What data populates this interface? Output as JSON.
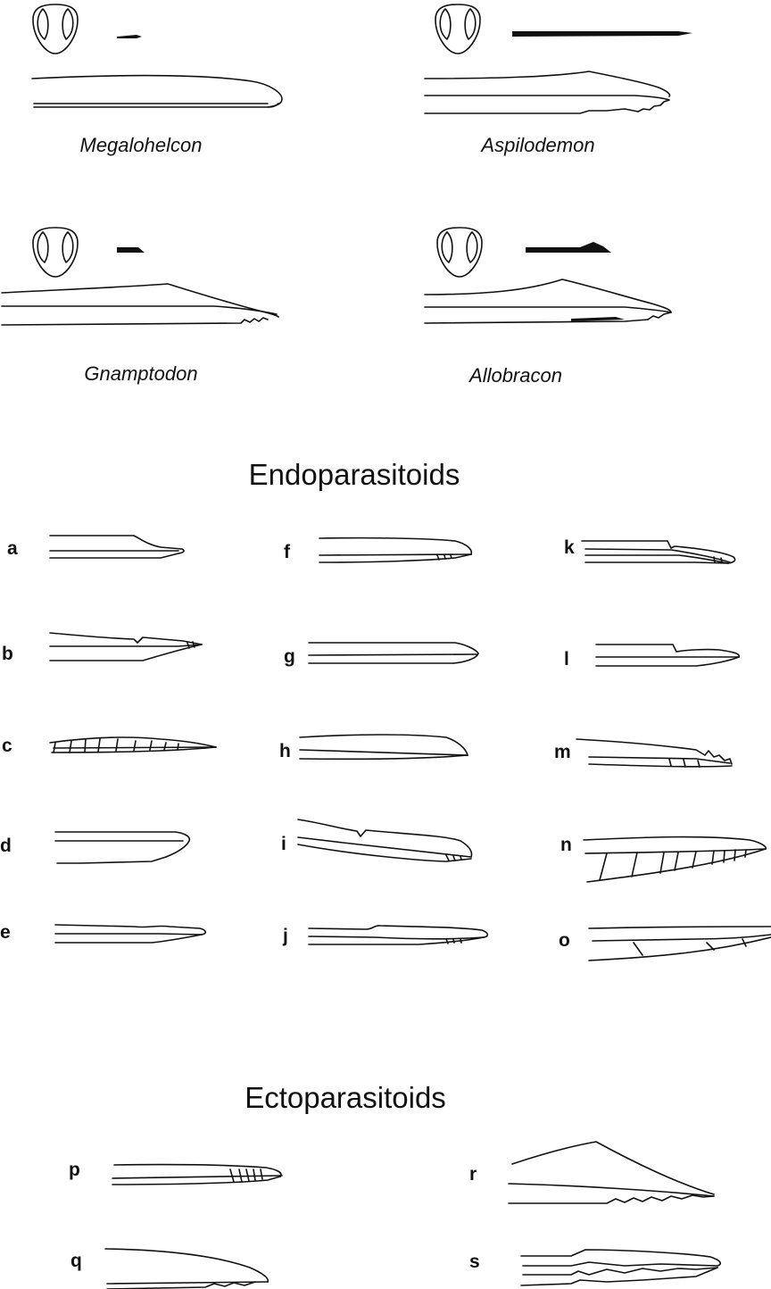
{
  "genera": [
    {
      "id": "megalohelcon",
      "name": "Megalohelcon"
    },
    {
      "id": "aspilodemon",
      "name": "Aspilodemon"
    },
    {
      "id": "gnamptodon",
      "name": "Gnamptodon"
    },
    {
      "id": "allobracon",
      "name": "Allobracon"
    }
  ],
  "sections": {
    "endo": {
      "title": "Endoparasitoids",
      "labels": [
        "a",
        "b",
        "c",
        "d",
        "e",
        "f",
        "g",
        "h",
        "i",
        "j",
        "k",
        "l",
        "m",
        "n",
        "o"
      ]
    },
    "ecto": {
      "title": "Ectoparasitoids",
      "labels": [
        "p",
        "q",
        "r",
        "s"
      ]
    }
  }
}
